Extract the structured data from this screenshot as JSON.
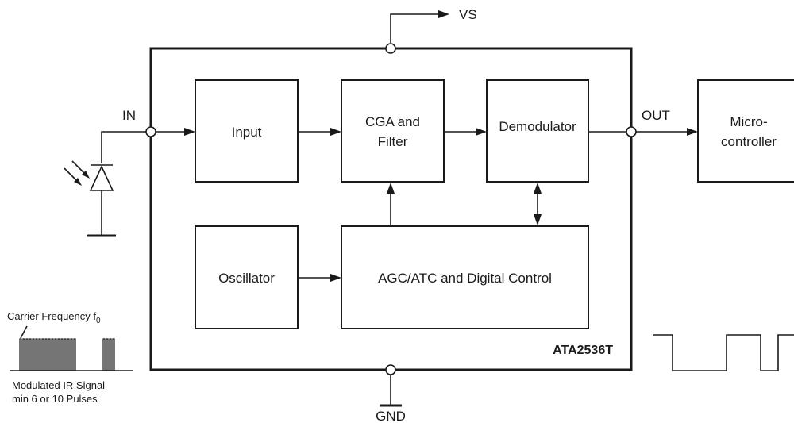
{
  "blocks": {
    "input": "Input",
    "cga_line1": "CGA and",
    "cga_line2": "Filter",
    "demodulator": "Demodulator",
    "oscillator": "Oscillator",
    "agc": "AGC/ATC and Digital Control",
    "micro_line1": "Micro-",
    "micro_line2": "controller"
  },
  "pins": {
    "in": "IN",
    "out": "OUT",
    "vs": "VS",
    "gnd": "GND"
  },
  "chip_name": "ATA2536T",
  "signal": {
    "carrier_label": "Carrier Frequency f",
    "carrier_subscript": "0",
    "caption_line1": "Modulated IR Signal",
    "caption_line2": "min 6 or 10 Pulses"
  }
}
